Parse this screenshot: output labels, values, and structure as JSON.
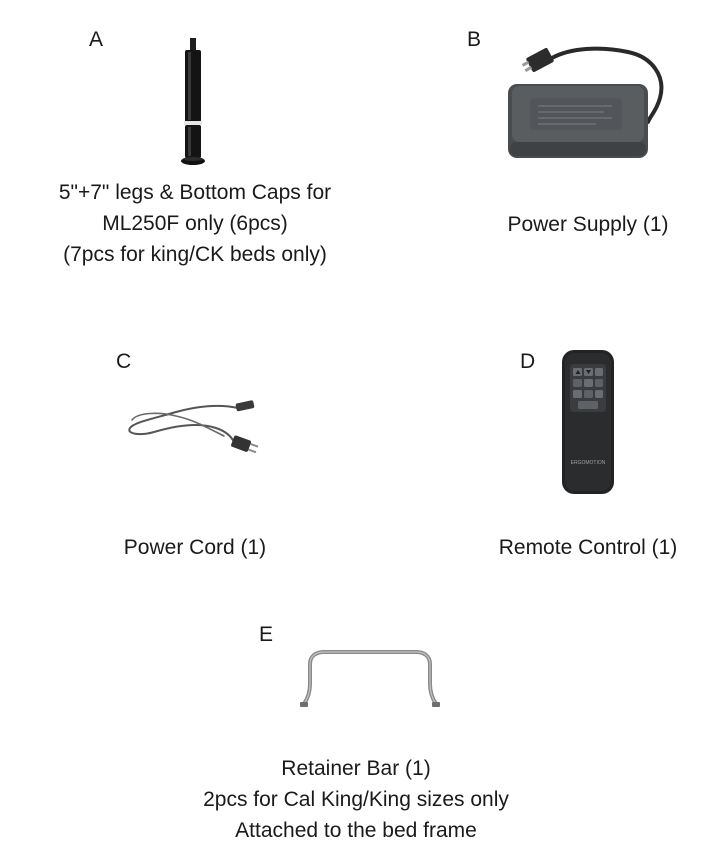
{
  "parts": [
    {
      "letter": "A",
      "icon": "leg-icon",
      "caption": [
        "5\"+7\" legs & Bottom Caps for",
        "ML250F only (6pcs)",
        "(7pcs for king/CK beds only)"
      ]
    },
    {
      "letter": "B",
      "icon": "power-supply-icon",
      "caption": [
        "Power Supply (1)"
      ]
    },
    {
      "letter": "C",
      "icon": "power-cord-icon",
      "caption": [
        "Power Cord (1)"
      ]
    },
    {
      "letter": "D",
      "icon": "remote-control-icon",
      "brand_text": "ERGOMOTION",
      "caption": [
        "Remote Control (1)"
      ]
    },
    {
      "letter": "E",
      "icon": "retainer-bar-icon",
      "caption": [
        "Retainer Bar (1)",
        "2pcs for Cal King/King sizes only",
        "Attached to the bed frame"
      ]
    }
  ],
  "colors": {
    "text": "#1a1a1a",
    "leg": "#141414",
    "power_supply": "#4a4d50",
    "remote": "#222324",
    "cord": "#555555",
    "bar": "#8a8a8a"
  }
}
